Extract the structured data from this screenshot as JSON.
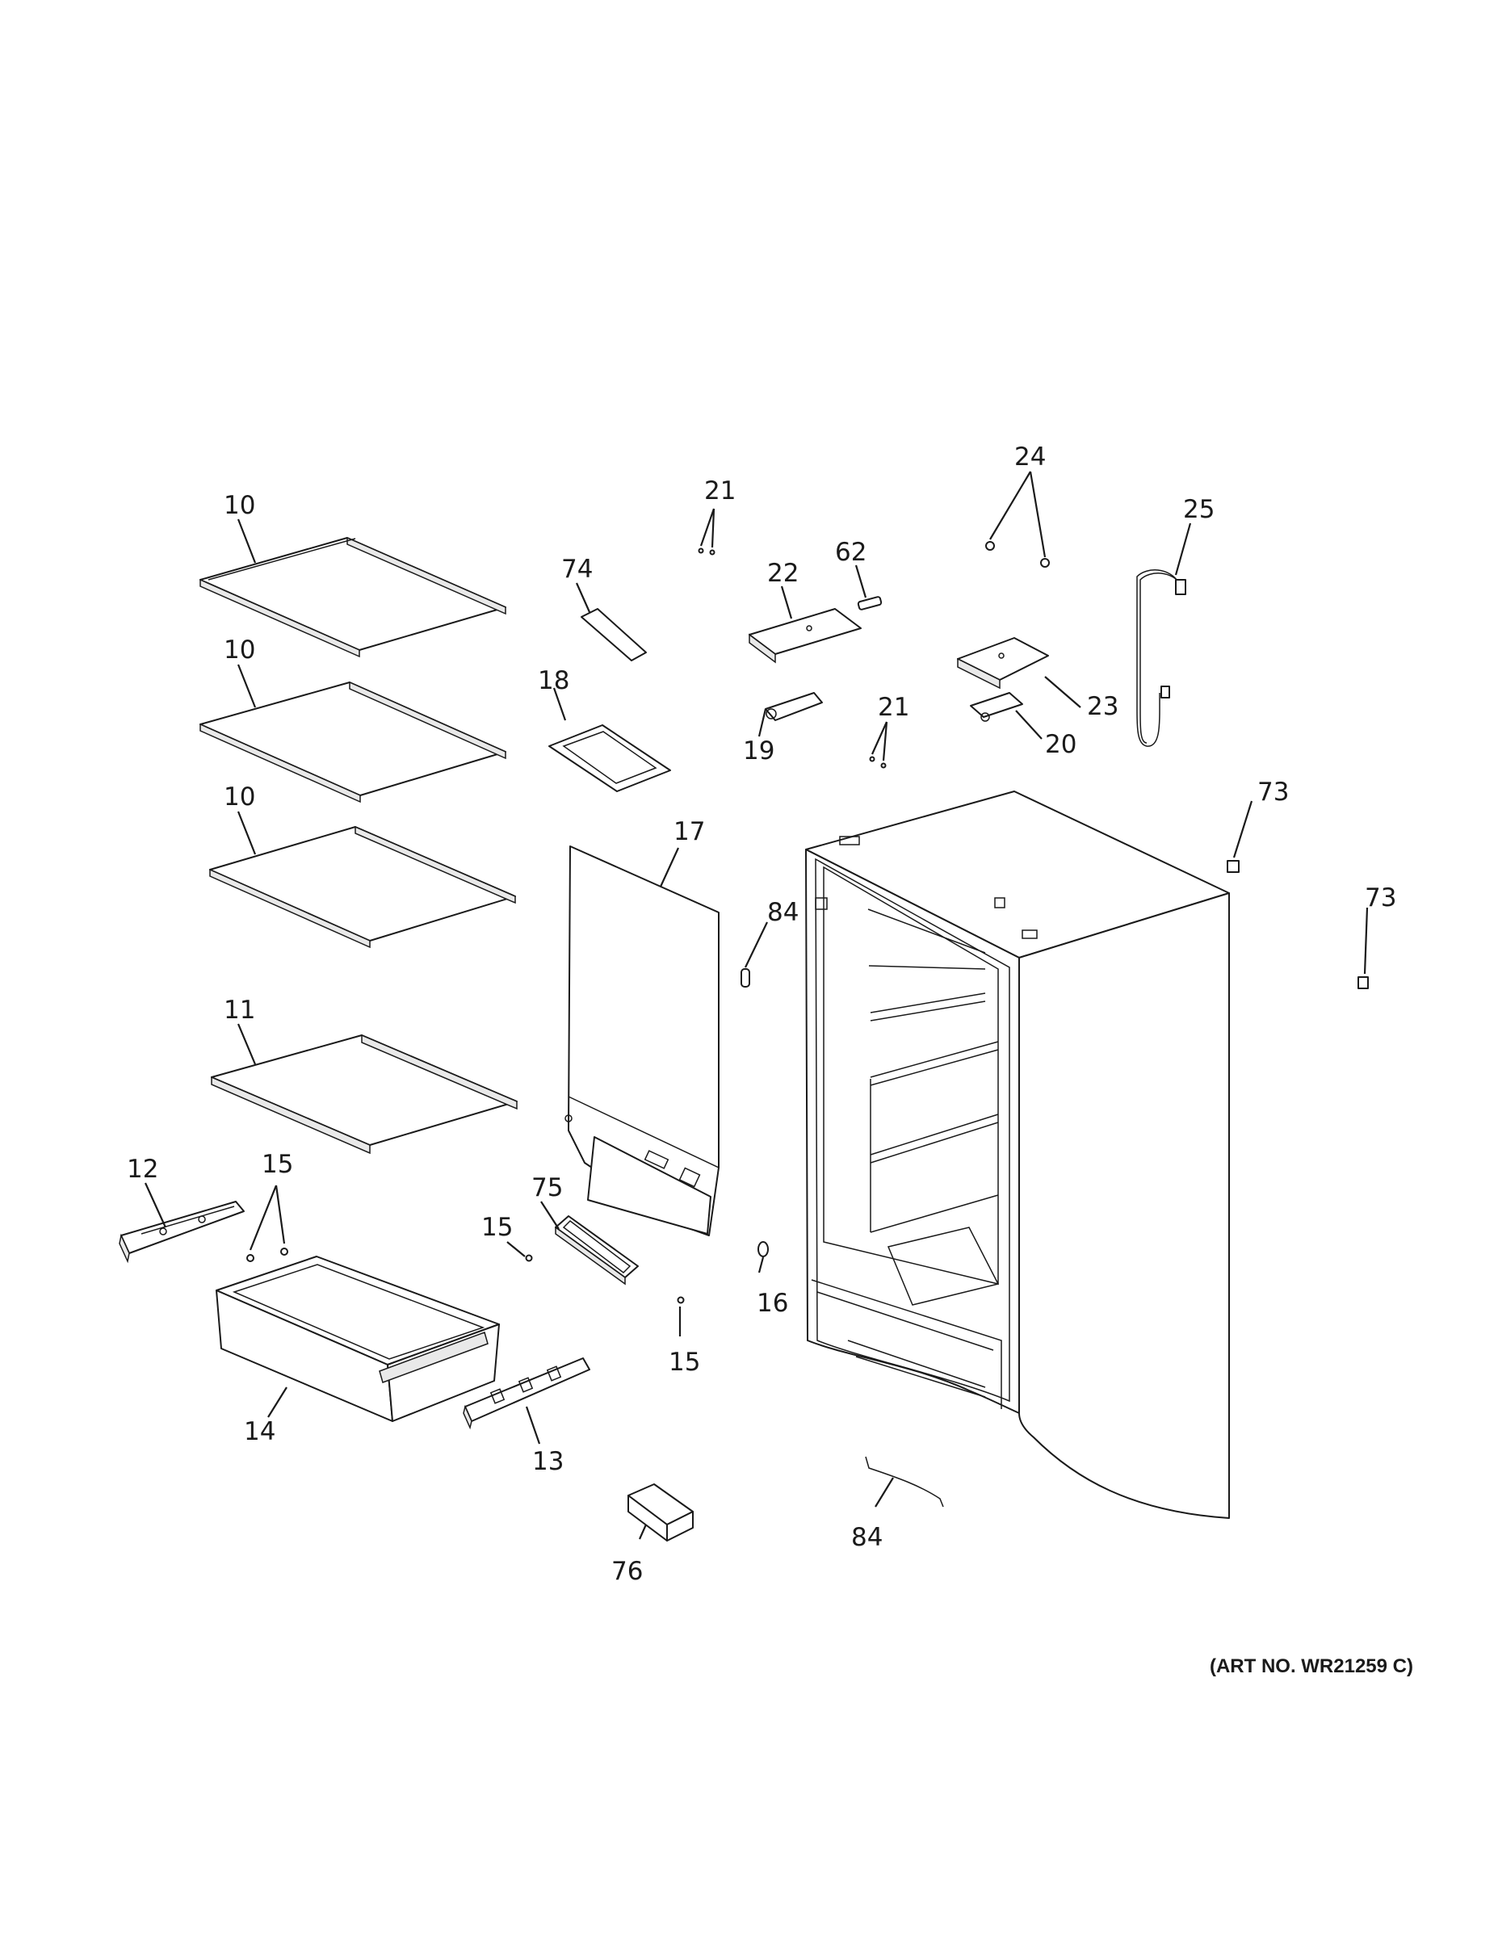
{
  "colors": {
    "line": "#1a1a1a",
    "background": "#ffffff"
  },
  "art_number": "(ART NO. WR21259 C)",
  "callouts": {
    "shelf_top": "10",
    "shelf_mid": "10",
    "shelf_low": "10",
    "shelf_bottom": "11",
    "rail_left": "12",
    "rail_right": "13",
    "drawer": "14",
    "screw_pair": "15",
    "screw_mid": "15",
    "screw_low": "15",
    "plug": "16",
    "rear_panel": "17",
    "light_housing": "18",
    "hinge_left": "19",
    "hinge_right": "20",
    "screws_top": "21",
    "screws_mid": "21",
    "hinge_cover_left": "22",
    "hinge_cover_right": "23",
    "screws_hinge": "24",
    "harness": "25",
    "clip": "62",
    "label_right_a": "73",
    "label_right_b": "73",
    "diffuser": "74",
    "light_lens": "75",
    "foam_block": "76",
    "wire_side": "84",
    "wire_bottom": "84"
  }
}
